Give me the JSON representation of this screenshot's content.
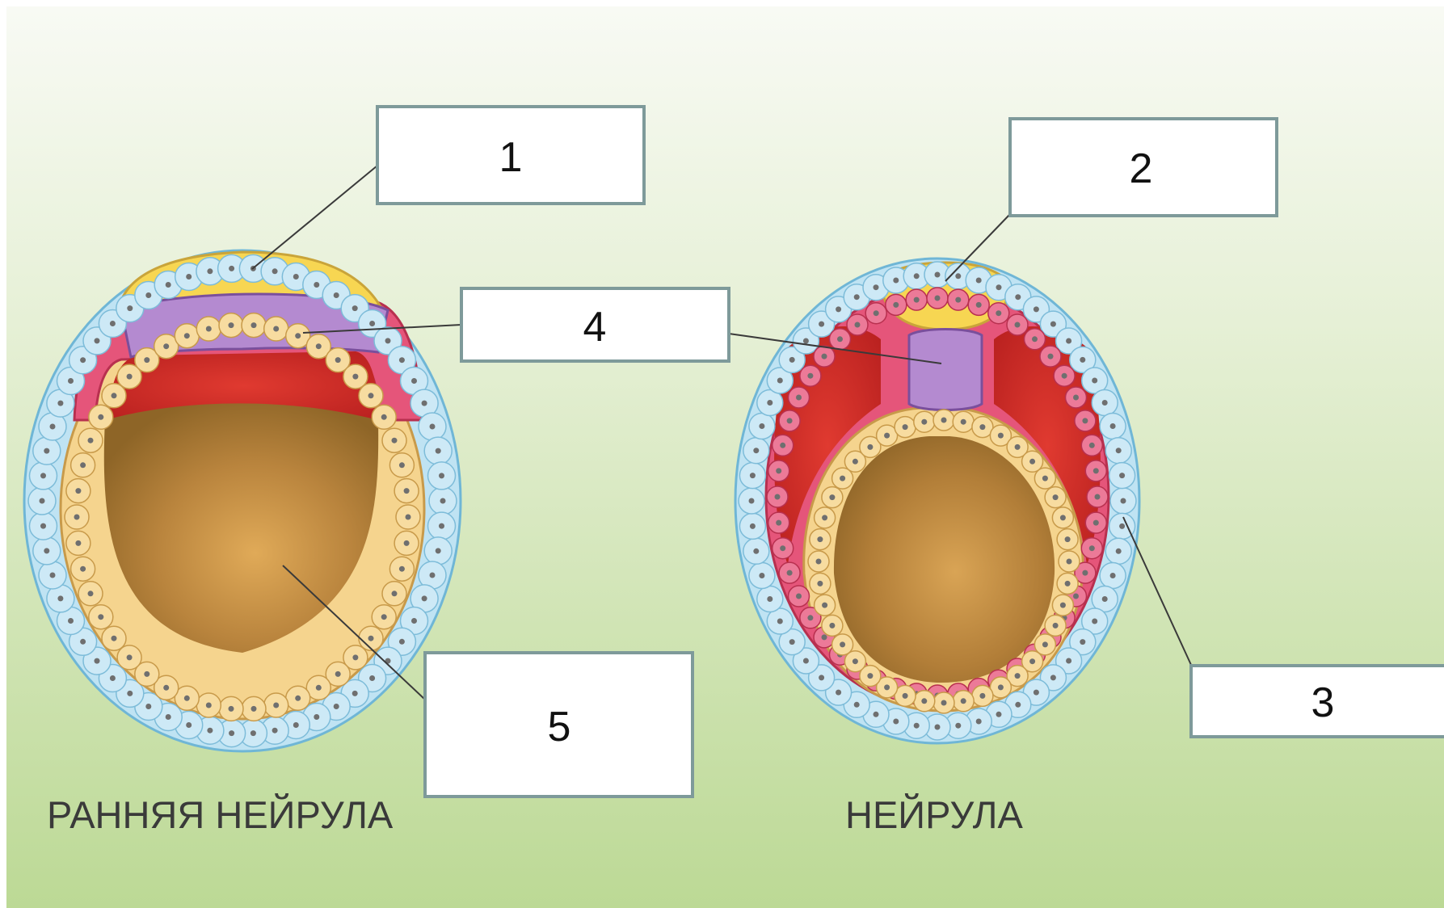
{
  "colors": {
    "background_top": "#f4f8ee",
    "background_bottom": "#b9d98f",
    "ectoderm": "#bfe3f3",
    "neural_plate": "#f7d652",
    "chordamesoderm": "#b48ad0",
    "mesoderm": "#e5557a",
    "coelom": "#d42f2a",
    "endoderm": "#f5d48e",
    "yolk": "#b07d35",
    "label_box_border": "#7e9a9a",
    "nucleus": "#6f6f6f"
  },
  "captions": {
    "early_neurula": "РАННЯЯ НЕЙРУЛА",
    "neurula": "НЕЙРУЛА"
  },
  "labels": {
    "box1": "1",
    "box2": "2",
    "box3": "3",
    "box4": "4",
    "box5": "5"
  }
}
